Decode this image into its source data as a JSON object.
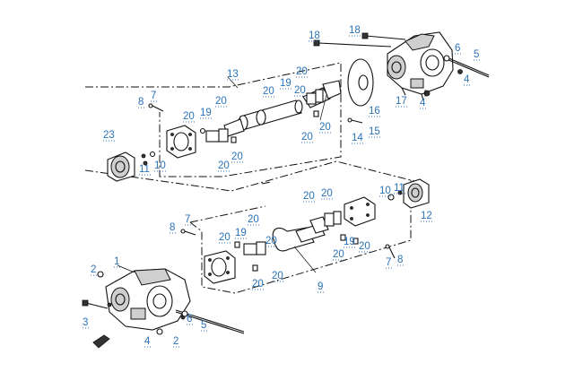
{
  "diagram": {
    "labels": [
      {
        "id": "l-18a",
        "text": "18"
      },
      {
        "id": "l-18b",
        "text": "18"
      },
      {
        "id": "l-6a",
        "text": "6"
      },
      {
        "id": "l-5a",
        "text": "5"
      },
      {
        "id": "l-4a",
        "text": "4"
      },
      {
        "id": "l-4b",
        "text": "4"
      },
      {
        "id": "l-17",
        "text": "17"
      },
      {
        "id": "l-13",
        "text": "13"
      },
      {
        "id": "l-20a",
        "text": "20"
      },
      {
        "id": "l-20b",
        "text": "20"
      },
      {
        "id": "l-19a",
        "text": "19"
      },
      {
        "id": "l-20c",
        "text": "20"
      },
      {
        "id": "l-20d",
        "text": "20"
      },
      {
        "id": "l-7a",
        "text": "7"
      },
      {
        "id": "l-8a",
        "text": "8"
      },
      {
        "id": "l-16",
        "text": "16"
      },
      {
        "id": "l-20e",
        "text": "20"
      },
      {
        "id": "l-19b",
        "text": "19"
      },
      {
        "id": "l-20f",
        "text": "20"
      },
      {
        "id": "l-20g",
        "text": "20"
      },
      {
        "id": "l-14",
        "text": "14"
      },
      {
        "id": "l-15",
        "text": "15"
      },
      {
        "id": "l-23",
        "text": "23"
      },
      {
        "id": "l-20h",
        "text": "20"
      },
      {
        "id": "l-20i",
        "text": "20"
      },
      {
        "id": "l-11a",
        "text": "11"
      },
      {
        "id": "l-10a",
        "text": "10"
      },
      {
        "id": "l-10b",
        "text": "10"
      },
      {
        "id": "l-11b",
        "text": "11"
      },
      {
        "id": "l-20j",
        "text": "20"
      },
      {
        "id": "l-20k",
        "text": "20"
      },
      {
        "id": "l-12",
        "text": "12"
      },
      {
        "id": "l-8b",
        "text": "8"
      },
      {
        "id": "l-7b",
        "text": "7"
      },
      {
        "id": "l-20l",
        "text": "20"
      },
      {
        "id": "l-19c",
        "text": "19"
      },
      {
        "id": "l-20m",
        "text": "20"
      },
      {
        "id": "l-20n",
        "text": "20"
      },
      {
        "id": "l-19d",
        "text": "19"
      },
      {
        "id": "l-20o",
        "text": "20"
      },
      {
        "id": "l-20p",
        "text": "20"
      },
      {
        "id": "l-20q",
        "text": "20"
      },
      {
        "id": "l-20r",
        "text": "20"
      },
      {
        "id": "l-7c",
        "text": "7"
      },
      {
        "id": "l-8c",
        "text": "8"
      },
      {
        "id": "l-9",
        "text": "9"
      },
      {
        "id": "l-1",
        "text": "1"
      },
      {
        "id": "l-2a",
        "text": "2"
      },
      {
        "id": "l-3",
        "text": "3"
      },
      {
        "id": "l-6b",
        "text": "6"
      },
      {
        "id": "l-5b",
        "text": "5"
      },
      {
        "id": "l-4c",
        "text": "4"
      },
      {
        "id": "l-2b",
        "text": "2"
      }
    ]
  }
}
